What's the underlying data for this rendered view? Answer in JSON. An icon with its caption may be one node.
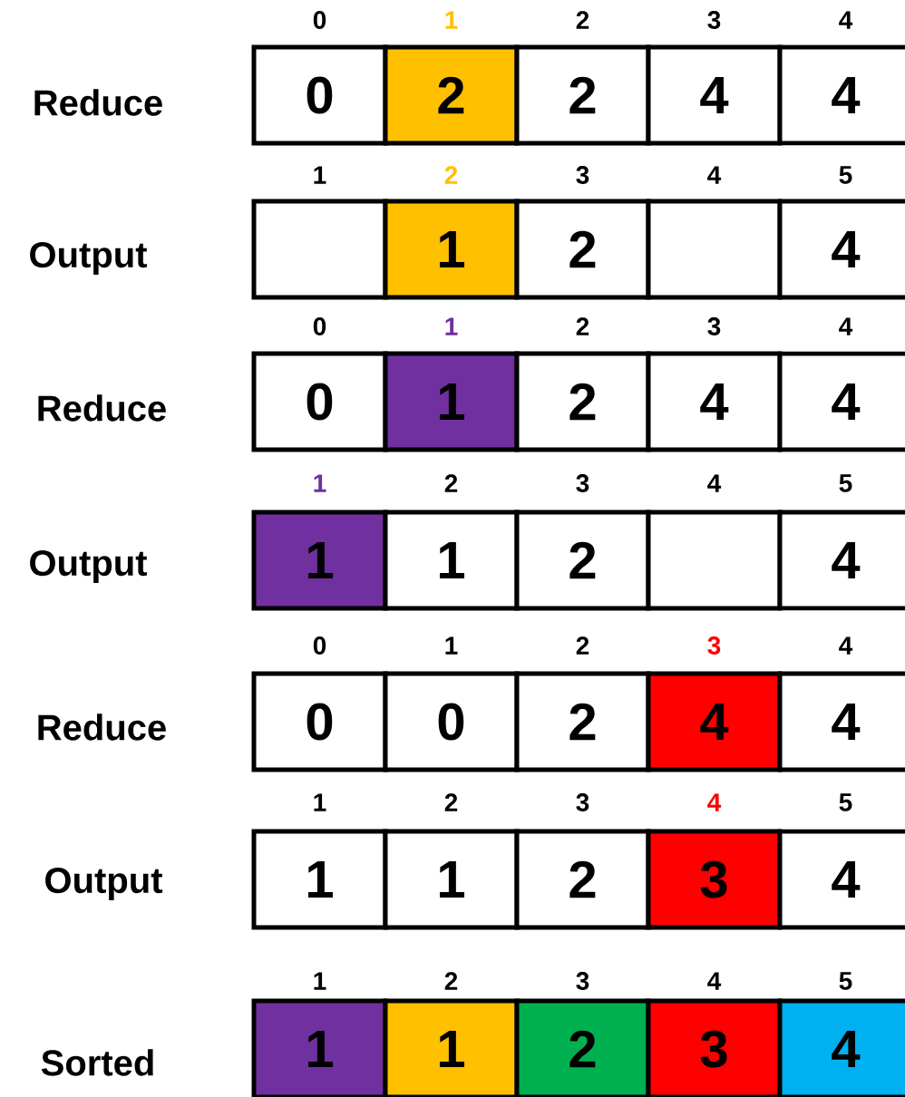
{
  "diagram": {
    "nodes": [
      {
        "text": [
          "0"
        ],
        "beside": [
          "0"
        ]
      },
      {
        "text": [
          "2"
        ],
        "beside": [
          "1"
        ]
      },
      {
        "text": [
          "2"
        ],
        "beside": [
          "2"
        ]
      },
      {
        "text": [
          "4"
        ],
        "beside": [
          "3"
        ]
      },
      {
        "text": [
          "4"
        ],
        "beside": [
          "4"
        ]
      },
      {
        "text": [],
        "shape": "box",
        "beside": [
          "1"
        ]
      },
      {
        "text": [
          "1"
        ],
        "beside": [
          "2"
        ]
      },
      {
        "text": [
          "2"
        ],
        "beside": [
          "3"
        ]
      },
      {
        "text": [],
        "shape": "box",
        "beside": [
          "4"
        ]
      },
      {
        "text": [
          "4"
        ],
        "beside": [
          "5"
        ]
      },
      {
        "text": [
          "0"
        ],
        "beside": [
          "0"
        ]
      },
      {
        "text": [
          "1"
        ],
        "beside": [
          "1"
        ]
      },
      {
        "text": [
          "2"
        ],
        "beside": [
          "2"
        ]
      },
      {
        "text": [
          "4"
        ],
        "beside": [
          "3"
        ]
      },
      {
        "text": [
          "4"
        ],
        "beside": [
          "4"
        ]
      },
      {
        "text": [
          "1"
        ],
        "beside": [
          "1"
        ]
      },
      {
        "text": [
          "1"
        ],
        "beside": [
          "2"
        ]
      },
      {
        "text": [
          "2"
        ],
        "beside": [
          "3"
        ]
      },
      {
        "text": [],
        "shape": "box",
        "beside": [
          "4"
        ]
      },
      {
        "text": [
          "4"
        ],
        "beside": [
          "5"
        ]
      },
      {
        "text": [
          "0"
        ],
        "beside": [
          "0"
        ]
      },
      {
        "text": [
          "0"
        ],
        "beside": [
          "1"
        ]
      },
      {
        "text": [
          "2"
        ],
        "beside": [
          "2"
        ]
      },
      {
        "text": [
          "4"
        ],
        "beside": [
          "3"
        ]
      },
      {
        "text": [
          "4"
        ],
        "beside": [
          "4"
        ]
      },
      {
        "text": [
          "1"
        ],
        "beside": [
          "1"
        ]
      },
      {
        "text": [
          "1"
        ],
        "beside": [
          "2"
        ]
      },
      {
        "text": [
          "2"
        ],
        "beside": [
          "3"
        ]
      },
      {
        "text": [
          "3"
        ],
        "beside": [
          "4"
        ]
      },
      {
        "text": [
          "4"
        ],
        "beside": [
          "5"
        ]
      },
      {
        "text": [
          "1"
        ],
        "beside": [
          "1"
        ]
      },
      {
        "text": [
          "1"
        ],
        "beside": [
          "2"
        ]
      },
      {
        "text": [
          "2"
        ],
        "beside": [
          "3"
        ]
      },
      {
        "text": [
          "3"
        ],
        "beside": [
          "4"
        ]
      },
      {
        "text": [
          "4"
        ],
        "beside": [
          "5"
        ]
      }
    ],
    "labels": [
      "Reduce",
      "Output",
      "Reduce",
      "Output",
      "Reduce",
      "Output",
      "Sorted"
    ]
  }
}
